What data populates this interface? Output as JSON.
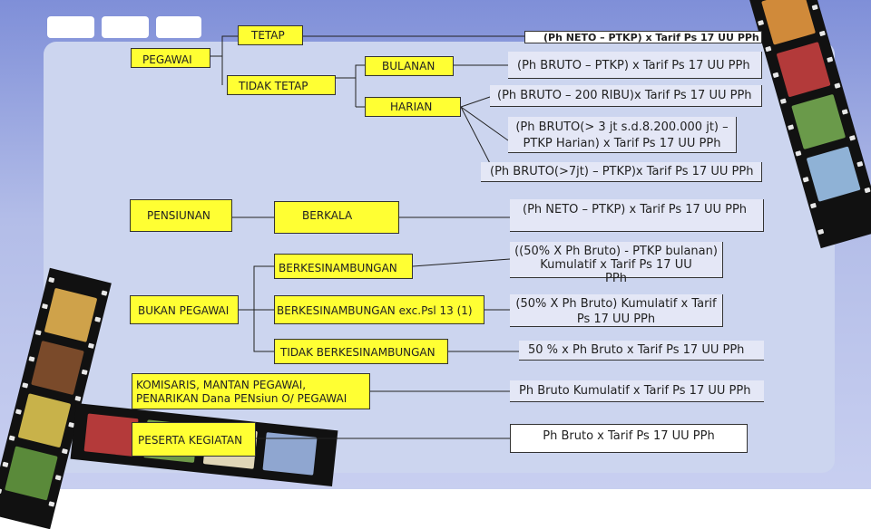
{
  "nodes": {
    "tetap": "TETAP",
    "pegawai": "PEGAWAI",
    "bulanan": "BULANAN",
    "tidak_tetap": "TIDAK TETAP",
    "harian": "HARIAN",
    "pensiunan": "PENSIUNAN",
    "berkala": "BERKALA",
    "berkesinambungan": "BERKESINAMBUNGAN",
    "bukan_pegawai": "BUKAN PEGAWAI",
    "berkesinambungan_exc": "BERKESINAMBUNGAN exc.Psl 13 (1)",
    "tidak_berkesinambungan": "TIDAK BERKESINAMBUNGAN",
    "komisaris_line1": "KOMISARIS, MANTAN PEGAWAI,",
    "komisaris_line2": "PENARIKAN Dana PENsiun O/ PEGAWAI",
    "peserta_kegiatan": "PESERTA KEGIATAN"
  },
  "formulas": {
    "tetap": "(Ph NETO – PTKP) x Tarif Ps 17 UU PPh",
    "bulanan": "(Ph BRUTO – PTKP) x Tarif Ps 17 UU PPh",
    "harian_1": "(Ph BRUTO – 200 RIBU)x Tarif Ps 17 UU PPh",
    "harian_2_line1": "(Ph BRUTO(> 3 jt s.d.8.200.000 jt) –",
    "harian_2_line2": "PTKP Harian) x Tarif Ps 17 UU PPh",
    "harian_3": "(Ph BRUTO(>7jt) – PTKP)x Tarif Ps 17 UU PPh",
    "berkala": "(Ph NETO – PTKP) x Tarif Ps 17 UU PPh",
    "berkesinambungan_line1": "((50% X Ph Bruto) - PTKP bulanan)",
    "berkesinambungan_line2": "Kumulatif x Tarif Ps 17 UU",
    "berkesinambungan_line3": "PPh",
    "exc_line1": "(50% X Ph Bruto) Kumulatif x Tarif",
    "exc_line2": "Ps 17 UU PPh",
    "tidak_berkesinambungan": "50 % x Ph Bruto x Tarif Ps 17 UU PPh",
    "komisaris": "Ph Bruto Kumulatif x Tarif Ps 17 UU PPh",
    "peserta": "Ph Bruto x Tarif Ps 17 UU PPh"
  },
  "colors": {
    "node_fill": "#ffff33",
    "formula_fill": "#e4e7f6",
    "background": "#9aa6e0"
  }
}
